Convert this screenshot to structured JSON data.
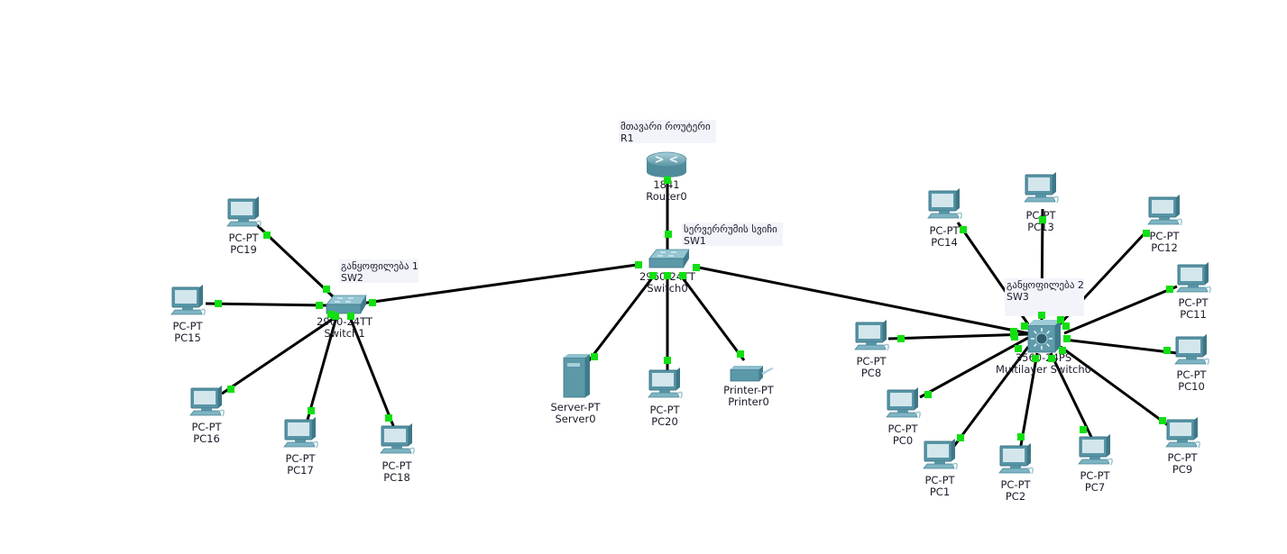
{
  "diagram": {
    "type": "network-topology",
    "application_style": "Cisco Packet Tracer logical workspace",
    "colors": {
      "background": "#ffffff",
      "link": "#000000",
      "port_up": "#11e011",
      "device_body": "#5f9eae",
      "note_background": "#f2f4fa"
    },
    "notes": [
      {
        "id": "note-r1",
        "line1": "მთავარი როუტერი",
        "line2": "R1"
      },
      {
        "id": "note-sw1",
        "line1": "სერვერრუმის სვიჩი",
        "line2": "SW1"
      },
      {
        "id": "note-sw2",
        "line1": "განყოფილება 1",
        "line2": "SW2"
      },
      {
        "id": "note-sw3",
        "line1": "განყოფილება 2",
        "line2": "SW3"
      }
    ],
    "devices": [
      {
        "id": "Router0",
        "kind": "router",
        "model": "1841",
        "name": "Router0"
      },
      {
        "id": "Switch0",
        "kind": "switch",
        "model": "2960-24TT",
        "name": "Switch0"
      },
      {
        "id": "Switch1",
        "kind": "switch",
        "model": "2960-24TT",
        "name": "Switch1"
      },
      {
        "id": "MLS0",
        "kind": "multilayer-switch",
        "model": "3560-24PS",
        "name": "Multilayer Switch0"
      },
      {
        "id": "Server0",
        "kind": "server",
        "model": "Server-PT",
        "name": "Server0"
      },
      {
        "id": "Printer0",
        "kind": "printer",
        "model": "Printer-PT",
        "name": "Printer0"
      },
      {
        "id": "PC20",
        "kind": "pc",
        "model": "PC-PT",
        "name": "PC20"
      },
      {
        "id": "PC15",
        "kind": "pc",
        "model": "PC-PT",
        "name": "PC15"
      },
      {
        "id": "PC16",
        "kind": "pc",
        "model": "PC-PT",
        "name": "PC16"
      },
      {
        "id": "PC17",
        "kind": "pc",
        "model": "PC-PT",
        "name": "PC17"
      },
      {
        "id": "PC18",
        "kind": "pc",
        "model": "PC-PT",
        "name": "PC18"
      },
      {
        "id": "PC19",
        "kind": "pc",
        "model": "PC-PT",
        "name": "PC19"
      },
      {
        "id": "PC0",
        "kind": "pc",
        "model": "PC-PT",
        "name": "PC0"
      },
      {
        "id": "PC1",
        "kind": "pc",
        "model": "PC-PT",
        "name": "PC1"
      },
      {
        "id": "PC2",
        "kind": "pc",
        "model": "PC-PT",
        "name": "PC2"
      },
      {
        "id": "PC7",
        "kind": "pc",
        "model": "PC-PT",
        "name": "PC7"
      },
      {
        "id": "PC8",
        "kind": "pc",
        "model": "PC-PT",
        "name": "PC8"
      },
      {
        "id": "PC9",
        "kind": "pc",
        "model": "PC-PT",
        "name": "PC9"
      },
      {
        "id": "PC10",
        "kind": "pc",
        "model": "PC-PT",
        "name": "PC10"
      },
      {
        "id": "PC11",
        "kind": "pc",
        "model": "PC-PT",
        "name": "PC11"
      },
      {
        "id": "PC12",
        "kind": "pc",
        "model": "PC-PT",
        "name": "PC12"
      },
      {
        "id": "PC13",
        "kind": "pc",
        "model": "PC-PT",
        "name": "PC13"
      },
      {
        "id": "PC14",
        "kind": "pc",
        "model": "PC-PT",
        "name": "PC14"
      }
    ],
    "links": [
      [
        "Router0",
        "Switch0"
      ],
      [
        "Switch0",
        "Switch1"
      ],
      [
        "Switch0",
        "MLS0"
      ],
      [
        "Switch0",
        "Server0"
      ],
      [
        "Switch0",
        "PC20"
      ],
      [
        "Switch0",
        "Printer0"
      ],
      [
        "Switch1",
        "PC19"
      ],
      [
        "Switch1",
        "PC15"
      ],
      [
        "Switch1",
        "PC16"
      ],
      [
        "Switch1",
        "PC17"
      ],
      [
        "Switch1",
        "PC18"
      ],
      [
        "MLS0",
        "PC14"
      ],
      [
        "MLS0",
        "PC13"
      ],
      [
        "MLS0",
        "PC12"
      ],
      [
        "MLS0",
        "PC11"
      ],
      [
        "MLS0",
        "PC10"
      ],
      [
        "MLS0",
        "PC9"
      ],
      [
        "MLS0",
        "PC7"
      ],
      [
        "MLS0",
        "PC2"
      ],
      [
        "MLS0",
        "PC1"
      ],
      [
        "MLS0",
        "PC0"
      ],
      [
        "MLS0",
        "PC8"
      ]
    ]
  }
}
